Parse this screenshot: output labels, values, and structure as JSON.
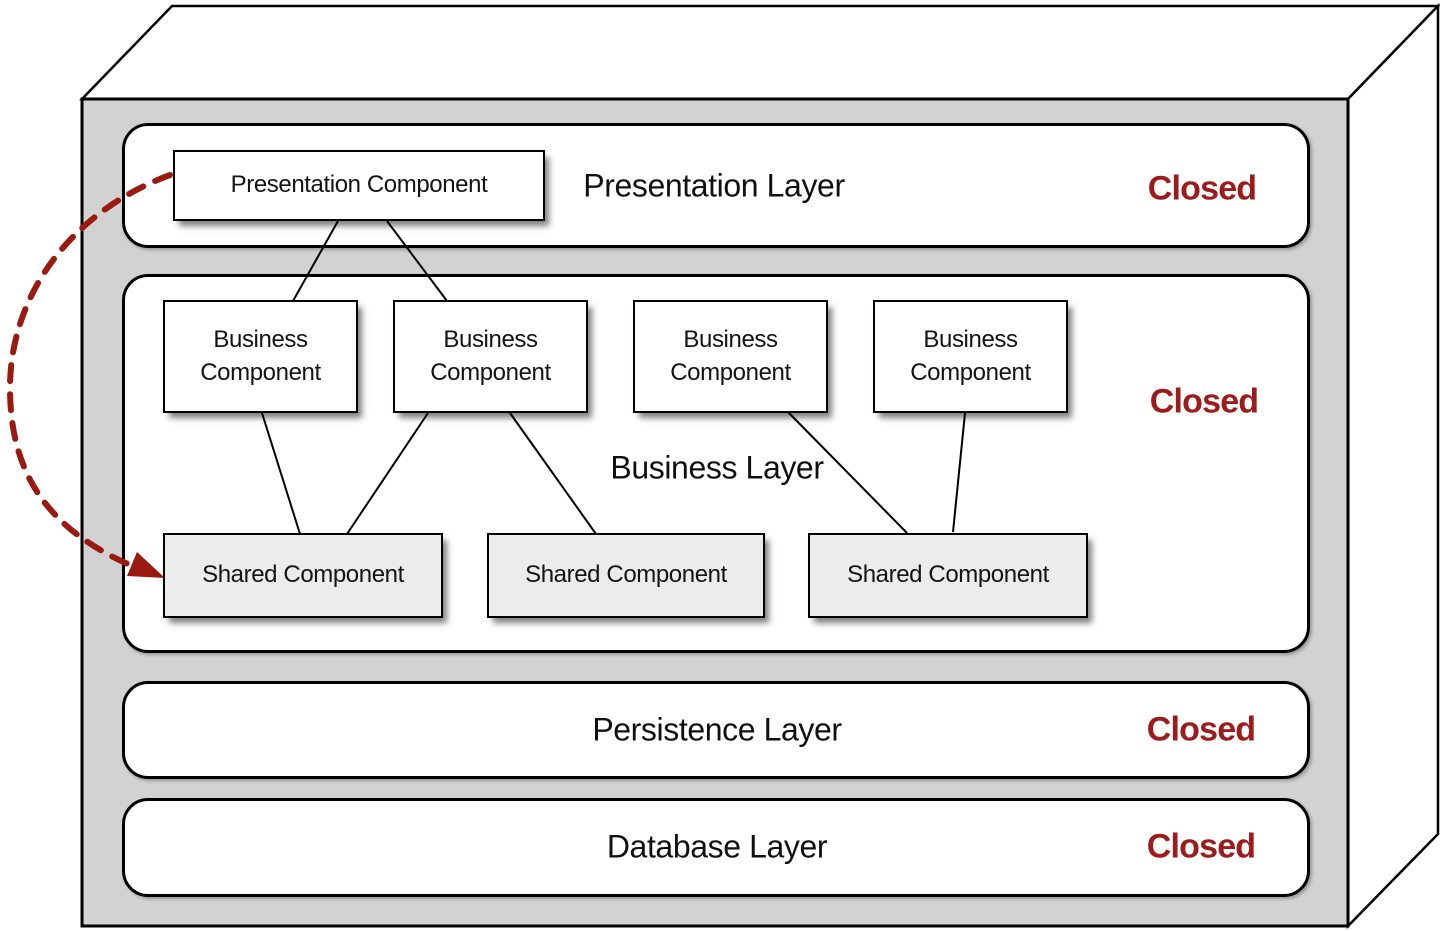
{
  "layers": [
    {
      "label": "Presentation Layer",
      "status": "Closed"
    },
    {
      "label": "Business Layer",
      "status": "Closed"
    },
    {
      "label": "Persistence Layer",
      "status": "Closed"
    },
    {
      "label": "Database Layer",
      "status": "Closed"
    }
  ],
  "components": {
    "presentation": {
      "label": "Presentation Component"
    },
    "business": [
      {
        "label": "Business Component"
      },
      {
        "label": "Business Component"
      },
      {
        "label": "Business Component"
      },
      {
        "label": "Business Component"
      }
    ],
    "shared": [
      {
        "label": "Shared Component"
      },
      {
        "label": "Shared Component"
      },
      {
        "label": "Shared Component"
      }
    ]
  },
  "colors": {
    "closed_text": "#9e1b1b",
    "arrow": "#9b1a10",
    "frame_fill": "#d2d2d2",
    "layer_fill": "#ffffff",
    "shared_fill": "#ececec",
    "connector": "#000000"
  }
}
